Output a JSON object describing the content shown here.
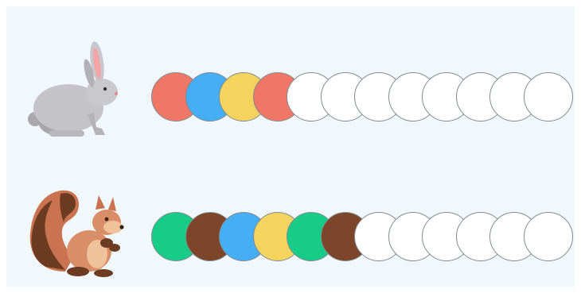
{
  "colors": {
    "background": "#f1f8fc",
    "red": "#f07766",
    "blue": "#45aef5",
    "yellow": "#f4d45f",
    "green": "#17cc86",
    "brown": "#7d4529",
    "empty": "#ffffff",
    "outline": "#7f8a91"
  },
  "rows": [
    {
      "animal": "rabbit-icon",
      "beads_total": 12,
      "filled": [
        "red",
        "blue",
        "yellow",
        "red"
      ]
    },
    {
      "animal": "squirrel-icon",
      "beads_total": 12,
      "filled": [
        "green",
        "brown",
        "blue",
        "yellow",
        "green",
        "brown"
      ]
    }
  ]
}
